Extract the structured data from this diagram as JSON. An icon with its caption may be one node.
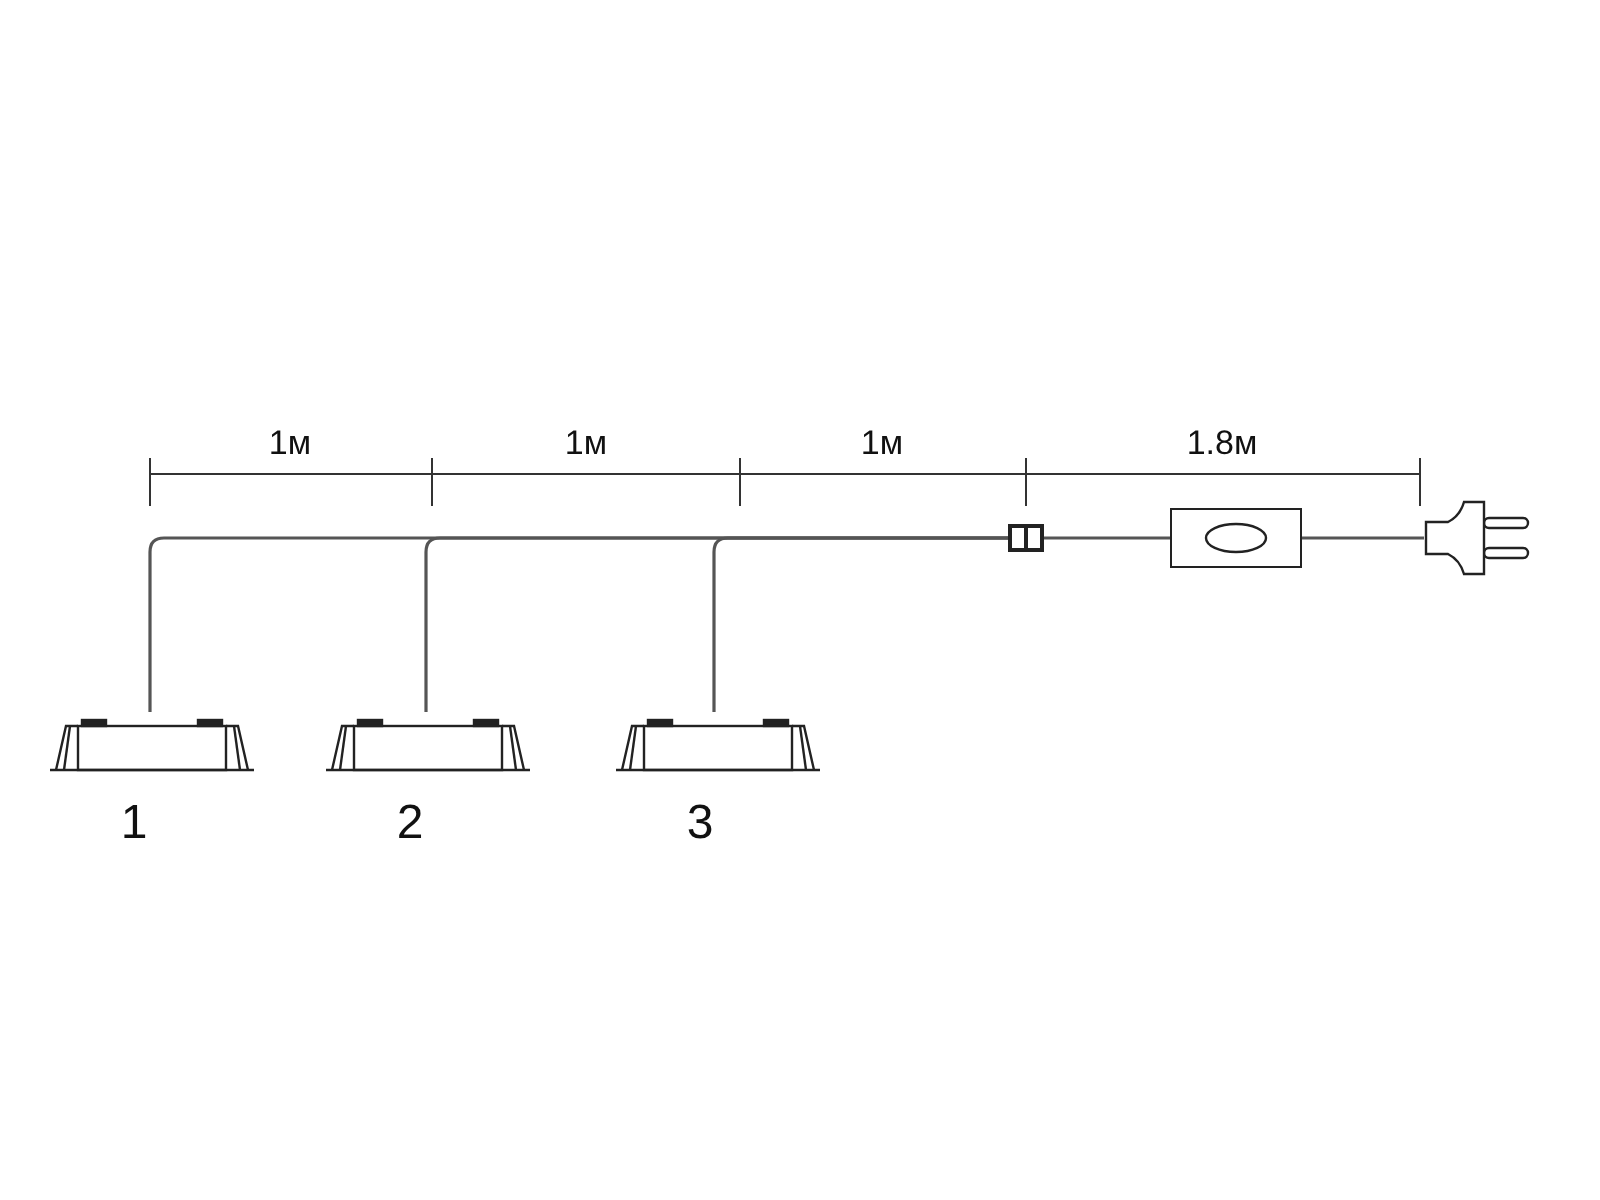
{
  "diagram": {
    "nodes": [
      {
        "text": [],
        "shape": "box",
        "beside": [
          "1"
        ]
      },
      {
        "text": [],
        "shape": "box",
        "beside": [
          "2"
        ]
      },
      {
        "text": [],
        "shape": "box",
        "beside": [
          "3"
        ]
      },
      {
        "text": [],
        "shape": "box"
      },
      {
        "text": [],
        "shape": "box"
      },
      {
        "text": [],
        "shape": "picture"
      }
    ],
    "edges": [
      {
        "from": 0,
        "to": 3,
        "arrow": "none"
      },
      {
        "from": 1,
        "to": 3,
        "arrow": "none"
      },
      {
        "from": 2,
        "to": 3,
        "arrow": "none"
      },
      {
        "from": 3,
        "to": 4,
        "arrow": "none"
      },
      {
        "from": 4,
        "to": 5,
        "arrow": "none"
      }
    ],
    "labels": [
      "1м",
      "1м",
      "1м",
      "1.8м"
    ]
  }
}
